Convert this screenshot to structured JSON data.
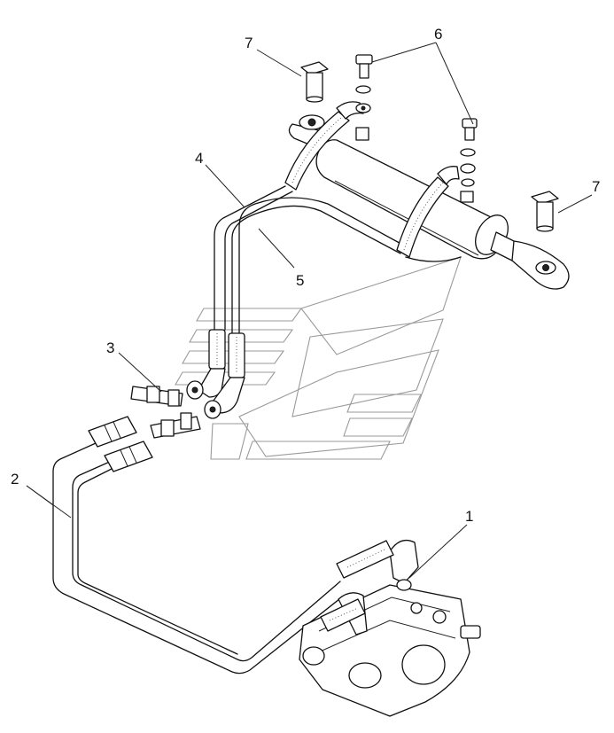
{
  "diagram": {
    "callouts": [
      {
        "id": "1",
        "label": "1"
      },
      {
        "id": "2",
        "label": "2"
      },
      {
        "id": "3",
        "label": "3"
      },
      {
        "id": "4",
        "label": "4"
      },
      {
        "id": "5",
        "label": "5"
      },
      {
        "id": "6",
        "label": "6"
      },
      {
        "id": "7a",
        "label": "7"
      },
      {
        "id": "7b",
        "label": "7"
      }
    ]
  }
}
